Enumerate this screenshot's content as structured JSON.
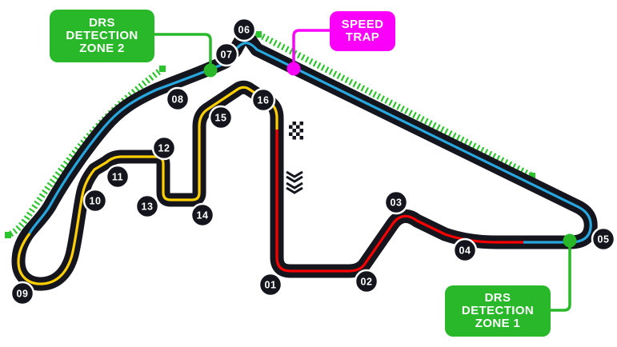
{
  "diagram_type": "f1-circuit-track-map",
  "track": {
    "surface_color": "#15151e",
    "background_color": "#ffffff",
    "racing_line_segments": [
      {
        "name": "sector-red",
        "color": "#f60000"
      },
      {
        "name": "sector-blue",
        "color": "#27a7dd"
      },
      {
        "name": "sector-yellow",
        "color": "#ffcf00"
      }
    ],
    "drs_zone_hatch_color": "#2cc42c",
    "icons": {
      "start_finish": "checkered-flag-icon",
      "race_direction": "double-chevron-down-icon",
      "drs_detection_point": "green-dot-icon",
      "speed_trap_point": "magenta-dot-icon"
    }
  },
  "callouts": {
    "drs_detection_zone_2": {
      "lines": [
        "DRS",
        "DETECTION",
        "ZONE 2"
      ],
      "color": "#29b829"
    },
    "speed_trap": {
      "lines": [
        "SPEED",
        "TRAP"
      ],
      "color": "#fa00fa"
    },
    "drs_detection_zone_1": {
      "lines": [
        "DRS",
        "DETECTION",
        "ZONE 1"
      ],
      "color": "#29b829"
    }
  },
  "corners": [
    {
      "label": "01"
    },
    {
      "label": "02"
    },
    {
      "label": "03"
    },
    {
      "label": "04"
    },
    {
      "label": "05"
    },
    {
      "label": "06"
    },
    {
      "label": "07"
    },
    {
      "label": "08"
    },
    {
      "label": "09"
    },
    {
      "label": "10"
    },
    {
      "label": "11"
    },
    {
      "label": "12"
    },
    {
      "label": "13"
    },
    {
      "label": "14"
    },
    {
      "label": "15"
    },
    {
      "label": "16"
    }
  ]
}
